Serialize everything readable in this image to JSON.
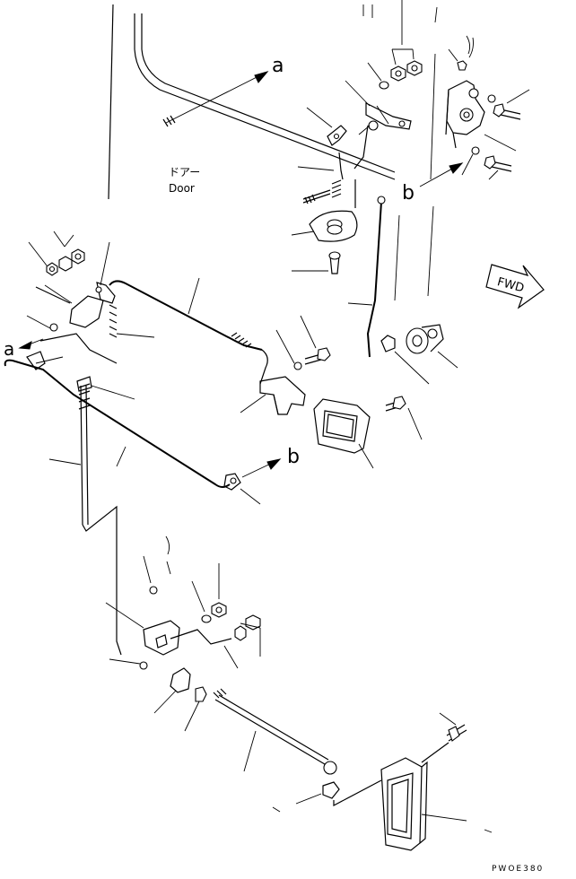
{
  "labels": {
    "door_jp": "ドアー",
    "door_en": "Door",
    "ref_a_top": "a",
    "ref_a_left": "a",
    "ref_b_mid": "b",
    "ref_b_low": "b",
    "fwd": "FWD",
    "drawing_code": "PWOE380"
  }
}
